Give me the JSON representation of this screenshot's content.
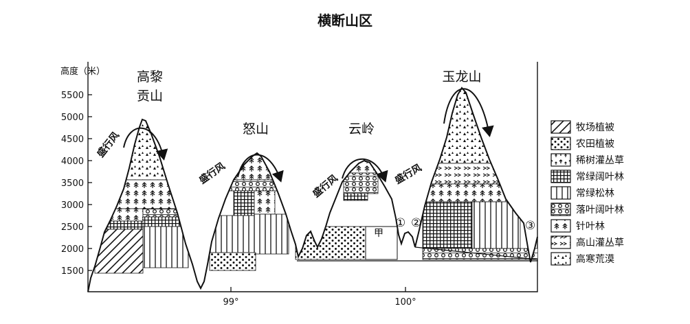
{
  "title": "横断山区",
  "y_axis": {
    "title": "高度（米）",
    "ticks": [
      "5500",
      "5000",
      "4500",
      "4000",
      "3500",
      "3000",
      "2500",
      "2000",
      "1500"
    ]
  },
  "x_axis": {
    "ticks": [
      "99°",
      "100°"
    ]
  },
  "mountains": [
    {
      "line1": "高黎",
      "line2": "贡山"
    },
    {
      "name": "怒山"
    },
    {
      "name": "云岭"
    },
    {
      "name": "玉龙山"
    }
  ],
  "wind_label": "盛行风",
  "markers": {
    "jia": "甲",
    "c1": "①",
    "c2": "②",
    "c3": "③"
  },
  "legend": [
    {
      "label": "牧场植被",
      "pattern": "diagonal"
    },
    {
      "label": "农田植被",
      "pattern": "dots"
    },
    {
      "label": "稀树灌丛草",
      "pattern": "sparse-trees"
    },
    {
      "label": "常绿阔叶林",
      "pattern": "grid"
    },
    {
      "label": "常绿松林",
      "pattern": "vertical"
    },
    {
      "label": "落叶阔叶林",
      "pattern": "circles"
    },
    {
      "label": "针叶林",
      "pattern": "conifer"
    },
    {
      "label": "高山灌丛草",
      "pattern": "shrub"
    },
    {
      "label": "高寒荒漠",
      "pattern": "triangles"
    }
  ]
}
